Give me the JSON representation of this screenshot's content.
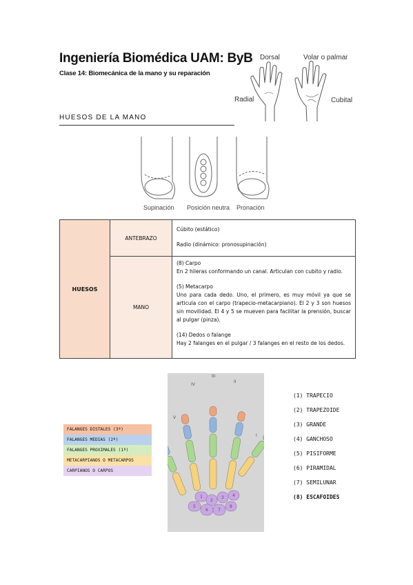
{
  "header": {
    "title": "Ingeniería Biomédica UAM: ByB",
    "subtitle": "Clase 14: Biomecánica de la mano y su reparación"
  },
  "hand_views": {
    "dorsal": "Dorsal",
    "volar": "Volar o palmar",
    "radial": "Radial",
    "cubital": "Cubital"
  },
  "section_title": "HUESOS DE LA MANO",
  "rotation": {
    "supination": "Supinación",
    "neutral": "Posición neutra",
    "pronation": "Pronación"
  },
  "table": {
    "group": "HUESOS",
    "forearm": {
      "label": "ANTEBRAZO",
      "ulna": "Cúbito  (estático)",
      "radius": "Radio   (dinámico: pronosupinación)"
    },
    "hand": {
      "label": "MANO",
      "carpus_title": "(8) Carpo",
      "carpus_text": "En 2 hileras conformando un canal. Articulan con cubito y radio.",
      "metacarpus_title": "(5) Metacarpo",
      "metacarpus_text": "Uno para cada dedo. Uno, el primero, es muy móvil ya que se articula con el carpo (trapecio-metacarpiano). El 2 y 3 son huesos sin movilidad. El 4 y 5 se mueven para facilitar la prensión, buscar al pulgar (pinza).",
      "fingers_title": "(14) Dedos o falange",
      "fingers_text": "Hay 2 falanges en el pulgar / 3 falanges en el resto de los dedos."
    }
  },
  "legend": [
    {
      "label": "FALANGES DISTALES (3ª)",
      "color": "#f6c0a2"
    },
    {
      "label": "FALANGES MEDIAS (2ª)",
      "color": "#b9d1ec"
    },
    {
      "label": "FALANGES PROXIMALES (1ª)",
      "color": "#d5ecbf"
    },
    {
      "label": "METACARPIANOS O METACARPOS",
      "color": "#fbe1a6"
    },
    {
      "label": "CARPIANOS O CARPOS",
      "color": "#e6d3f1"
    }
  ],
  "finger_numerals": [
    "I",
    "II",
    "III",
    "IV",
    "V"
  ],
  "carpal_bones": [
    "(1) TRAPECIO",
    "(2) TRAPEZOIDE",
    "(3) GRANDE",
    "(4) GANCHOSO",
    "(5) PISIFORME",
    "(6) PIRAMIDAL",
    "(7) SEMILUNAR",
    "(8) ESCAFOIDES"
  ],
  "carpal_numbers": [
    "1",
    "2",
    "3",
    "4",
    "5",
    "6",
    "7",
    "8"
  ],
  "colors": {
    "distal": "#f2a27a",
    "medial": "#8fb5e0",
    "proximal": "#a9d98e",
    "metacarpal": "#f6d27a",
    "carpal": "#c9a6e6"
  }
}
